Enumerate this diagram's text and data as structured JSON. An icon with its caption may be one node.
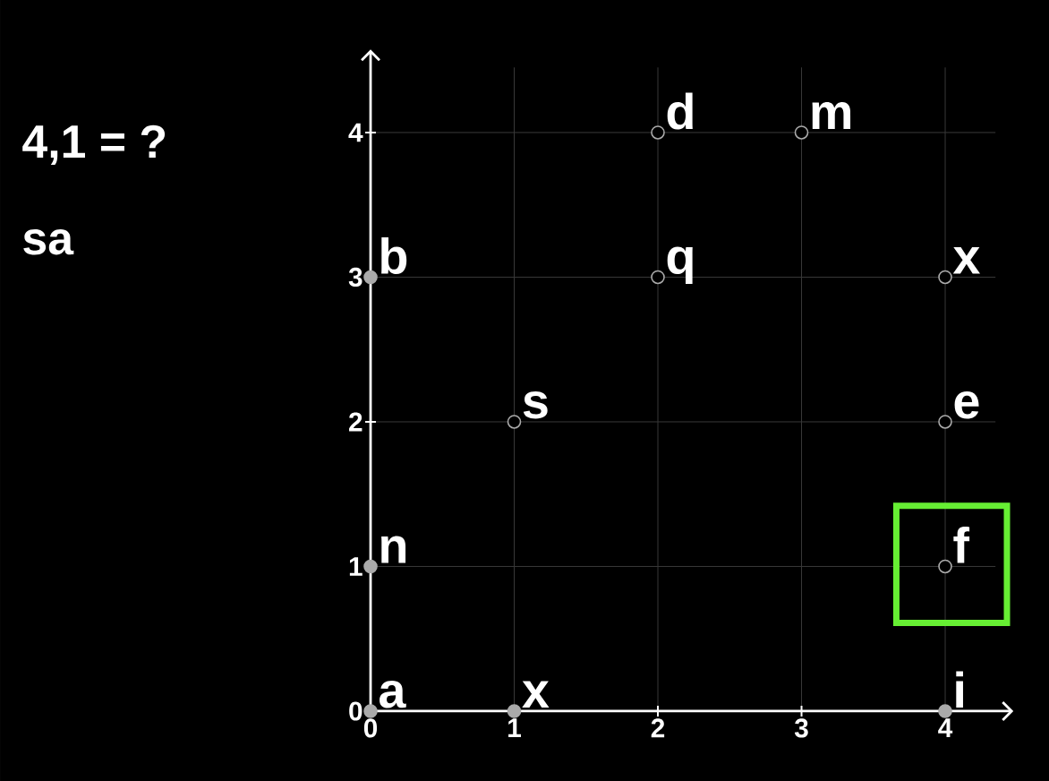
{
  "diagram": {
    "labels": [
      "4,1 = ?",
      "sa"
    ],
    "chart_data": {
      "type": "scatter",
      "x": [
        0,
        1,
        4,
        0,
        4,
        1,
        4,
        0,
        2,
        4,
        2,
        3
      ],
      "xlim": [
        0,
        4
      ],
      "ylim": [
        0,
        4
      ],
      "grid": true,
      "xticks": [
        {
          "value": 0,
          "label": "0"
        },
        {
          "value": 1,
          "label": "1"
        },
        {
          "value": 2,
          "label": "2"
        },
        {
          "value": 3,
          "label": "3"
        },
        {
          "value": 4,
          "label": "4"
        }
      ],
      "yticks": [
        {
          "value": 0,
          "label": "0"
        },
        {
          "value": 1,
          "label": "1"
        },
        {
          "value": 2,
          "label": "2"
        },
        {
          "value": 3,
          "label": "3"
        },
        {
          "value": 4,
          "label": "4"
        }
      ],
      "series": [
        {
          "color": "#aaaaaa",
          "values": [
            0,
            0,
            0,
            1,
            1,
            2,
            2,
            3,
            3,
            3,
            4,
            4
          ]
        }
      ],
      "annotations": [
        "a",
        "x",
        "i",
        "n",
        "f",
        "s",
        "e",
        "b",
        "q",
        "x",
        "d",
        "m"
      ]
    }
  }
}
